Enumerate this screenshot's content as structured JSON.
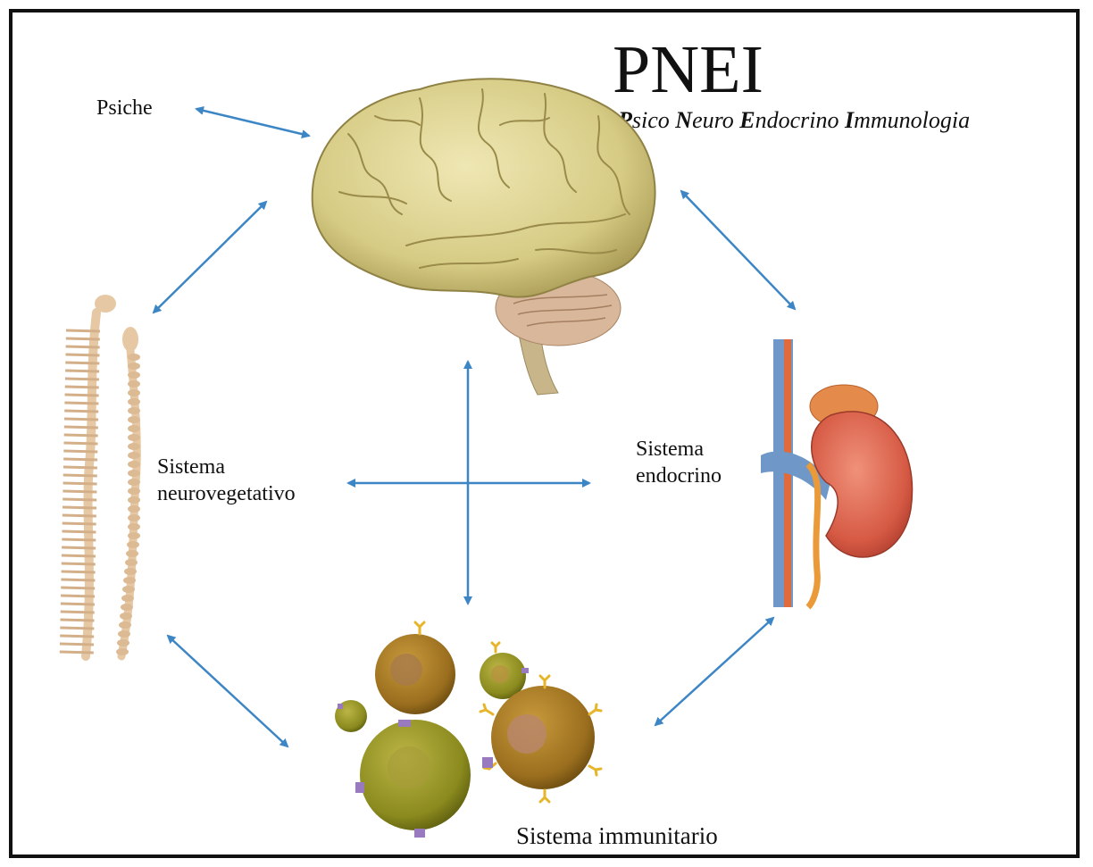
{
  "title": "PNEI",
  "subtitle": {
    "parts": [
      {
        "initial": "P",
        "rest": "sico"
      },
      {
        "initial": "N",
        "rest": "euro"
      },
      {
        "initial": "E",
        "rest": "ndocrino"
      },
      {
        "initial": "I",
        "rest": "mmunologia"
      }
    ]
  },
  "nodes": {
    "psiche": "Psiche",
    "neurovegetativo": [
      "Sistema",
      "neurovegetativo"
    ],
    "endocrino": [
      "Sistema",
      "endocrino"
    ],
    "immunitario": "Sistema immunitario"
  },
  "colors": {
    "arrow": "#3d86c6",
    "brain": "#d9d08e",
    "kidney": "#d9604a",
    "spine": "#e6c9a4",
    "cell": "#8a8a1e"
  }
}
